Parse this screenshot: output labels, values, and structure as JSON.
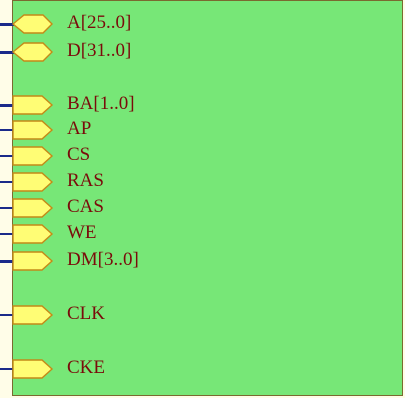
{
  "block": {
    "fill_color": "#77e777",
    "border_color": "#7a6a30",
    "wire_color": "#1a2a8a",
    "port_fill": "#fffd75",
    "port_stroke": "#c48a18",
    "label_color": "#7a0b0b"
  },
  "ports": [
    {
      "id": "a",
      "label": "A[25..0]",
      "shape": "bidir",
      "bus": true
    },
    {
      "id": "d",
      "label": "D[31..0]",
      "shape": "bidir",
      "bus": true
    },
    {
      "id": "ba",
      "label": "BA[1..0]",
      "shape": "input",
      "bus": true
    },
    {
      "id": "ap",
      "label": "AP",
      "shape": "input",
      "bus": false
    },
    {
      "id": "cs",
      "label": "CS",
      "shape": "input",
      "bus": false
    },
    {
      "id": "ras",
      "label": "RAS",
      "shape": "input",
      "bus": false
    },
    {
      "id": "cas",
      "label": "CAS",
      "shape": "input",
      "bus": false
    },
    {
      "id": "we",
      "label": "WE",
      "shape": "input",
      "bus": false
    },
    {
      "id": "dm",
      "label": "DM[3..0]",
      "shape": "input",
      "bus": true
    },
    {
      "id": "clk",
      "label": "CLK",
      "shape": "input",
      "bus": false
    },
    {
      "id": "cke",
      "label": "CKE",
      "shape": "input",
      "bus": false
    }
  ]
}
